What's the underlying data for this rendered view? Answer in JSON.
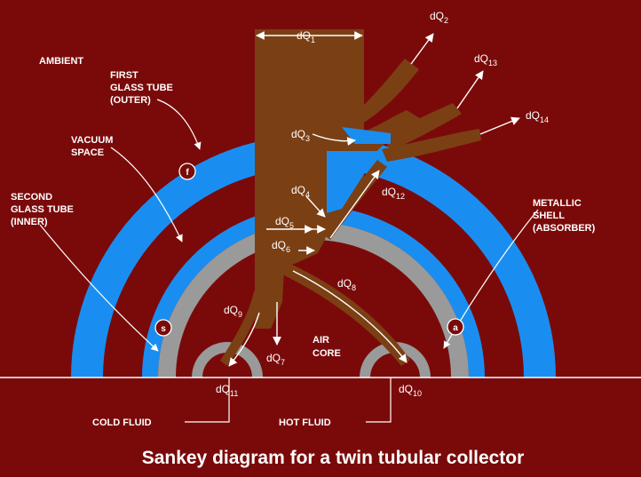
{
  "caption": "Sankey diagram for a twin tubular collector",
  "labels": {
    "ambient": "AMBIENT",
    "first_glass_1": "FIRST",
    "first_glass_2": "GLASS TUBE",
    "first_glass_3": "(OUTER)",
    "vacuum_1": "VACUUM",
    "vacuum_2": "SPACE",
    "second_glass_1": "SECOND",
    "second_glass_2": "GLASS TUBE",
    "second_glass_3": "(INNER)",
    "metallic_1": "METALLIC",
    "metallic_2": "SHELL",
    "metallic_3": "(ABSORBER)",
    "air_core_1": "AIR",
    "air_core_2": "CORE",
    "cold_fluid": "COLD FLUID",
    "hot_fluid": "HOT FLUID"
  },
  "badges": {
    "f": "f",
    "s": "s",
    "a": "a"
  },
  "flows": {
    "dq1": {
      "base": "dQ",
      "sub": "1"
    },
    "dq2": {
      "base": "dQ",
      "sub": "2"
    },
    "dq3": {
      "base": "dQ",
      "sub": "3"
    },
    "dq4": {
      "base": "dQ",
      "sub": "4"
    },
    "dq5": {
      "base": "dQ",
      "sub": "5"
    },
    "dq6": {
      "base": "dQ",
      "sub": "6"
    },
    "dq7": {
      "base": "dQ",
      "sub": "7"
    },
    "dq8": {
      "base": "dQ",
      "sub": "8"
    },
    "dq9": {
      "base": "dQ",
      "sub": "9"
    },
    "dq10": {
      "base": "dQ",
      "sub": "10"
    },
    "dq11": {
      "base": "dQ",
      "sub": "11"
    },
    "dq12": {
      "base": "dQ",
      "sub": "12"
    },
    "dq13": {
      "base": "dQ",
      "sub": "13"
    },
    "dq14": {
      "base": "dQ",
      "sub": "14"
    }
  },
  "colors": {
    "background": "#7a0a0a",
    "glass": "#1a8ef0",
    "absorber": "#9a9a9a",
    "flow": "#7b3f14"
  }
}
